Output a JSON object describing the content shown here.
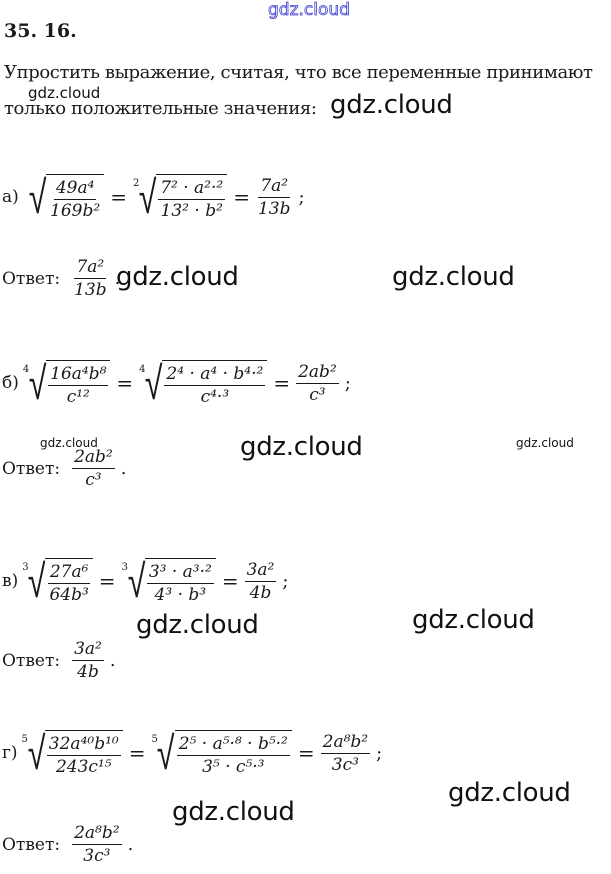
{
  "watermarks": {
    "top": "gdz.cloud",
    "text": "gdz.cloud"
  },
  "problem": {
    "number": "35. 16.",
    "statement_line1": "Упростить выражение, считая, что все переменные принимают",
    "statement_line2": "только положительные значения:"
  },
  "parts": [
    {
      "label": "а)",
      "root_index": "",
      "lhs": {
        "num": "49a⁴",
        "den": "169b²"
      },
      "mid_index": "2",
      "mid": {
        "num": "7² · a²·²",
        "den": "13² · b²"
      },
      "result": {
        "num": "7a²",
        "den": "13b"
      },
      "answer_label": "Ответ:",
      "answer": {
        "num": "7a²",
        "den": "13b"
      }
    },
    {
      "label": "б)",
      "root_index": "4",
      "lhs": {
        "num": "16a⁴b⁸",
        "den": "c¹²"
      },
      "mid_index": "4",
      "mid": {
        "num": "2⁴ · a⁴ · b⁴·²",
        "den": "c⁴·³"
      },
      "result": {
        "num": "2ab²",
        "den": "c³"
      },
      "answer_label": "Ответ:",
      "answer": {
        "num": "2ab²",
        "den": "c³"
      }
    },
    {
      "label": "в)",
      "root_index": "3",
      "lhs": {
        "num": "27a⁶",
        "den": "64b³"
      },
      "mid_index": "3",
      "mid": {
        "num": "3³ · a³·²",
        "den": "4³ · b³"
      },
      "result": {
        "num": "3a²",
        "den": "4b"
      },
      "answer_label": "Ответ:",
      "answer": {
        "num": "3a²",
        "den": "4b"
      }
    },
    {
      "label": "г)",
      "root_index": "5",
      "lhs": {
        "num": "32a⁴⁰b¹⁰",
        "den": "243c¹⁵"
      },
      "mid_index": "5",
      "mid": {
        "num": "2⁵ · a⁵·⁸ · b⁵·²",
        "den": "3⁵ · c⁵·³"
      },
      "result": {
        "num": "2a⁸b²",
        "den": "3c³"
      },
      "answer_label": "Ответ:",
      "answer": {
        "num": "2a⁸b²",
        "den": "3c³"
      }
    }
  ],
  "punctuation": {
    "semicolon": ";",
    "period": ".",
    "equals": "="
  }
}
